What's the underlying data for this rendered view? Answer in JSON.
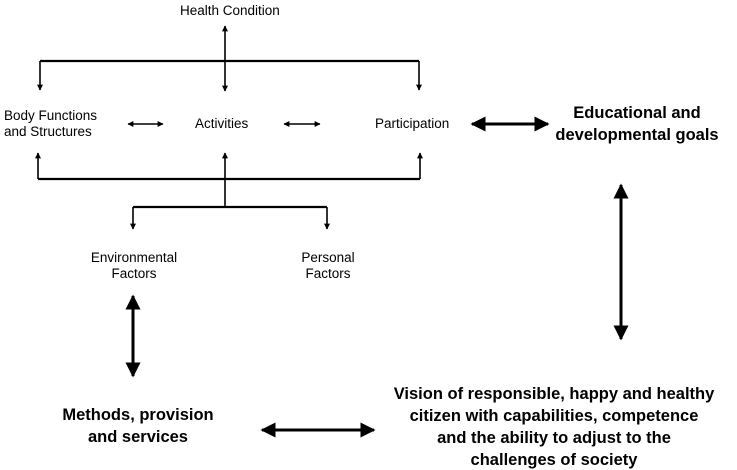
{
  "icf": {
    "health_condition": "Health Condition",
    "body_functions_line1": "Body Functions",
    "body_functions_line2": "and Structures",
    "activities": "Activities",
    "participation": "Participation",
    "environmental_line1": "Environmental",
    "environmental_line2": "Factors",
    "personal_line1": "Personal",
    "personal_line2": "Factors"
  },
  "goals": {
    "educational_line1": "Educational and",
    "educational_line2": "developmental goals",
    "methods_line1": "Methods, provision",
    "methods_line2": "and services",
    "vision_line1": "Vision of responsible, happy and healthy",
    "vision_line2": "citizen with capabilities, competence",
    "vision_line3": "and the ability to adjust to the",
    "vision_line4": "challenges of society"
  }
}
